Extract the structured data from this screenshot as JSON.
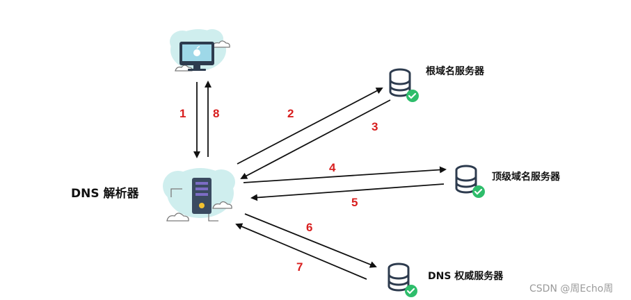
{
  "nodes": {
    "resolver_label": "DNS 解析器",
    "root_label": "根域名服务器",
    "tld_label": "顶级域名服务器",
    "auth_label": "DNS 权威服务器"
  },
  "steps": {
    "s1": "1",
    "s2": "2",
    "s3": "3",
    "s4": "4",
    "s5": "5",
    "s6": "6",
    "s7": "7",
    "s8": "8"
  },
  "watermark": "CSDN @周Echo周",
  "colors": {
    "step": "#d81e1e",
    "cloud": "#cfeeee",
    "cloud_outline": "#7a7a7a",
    "check": "#2ebd6b",
    "arrow": "#111111"
  }
}
